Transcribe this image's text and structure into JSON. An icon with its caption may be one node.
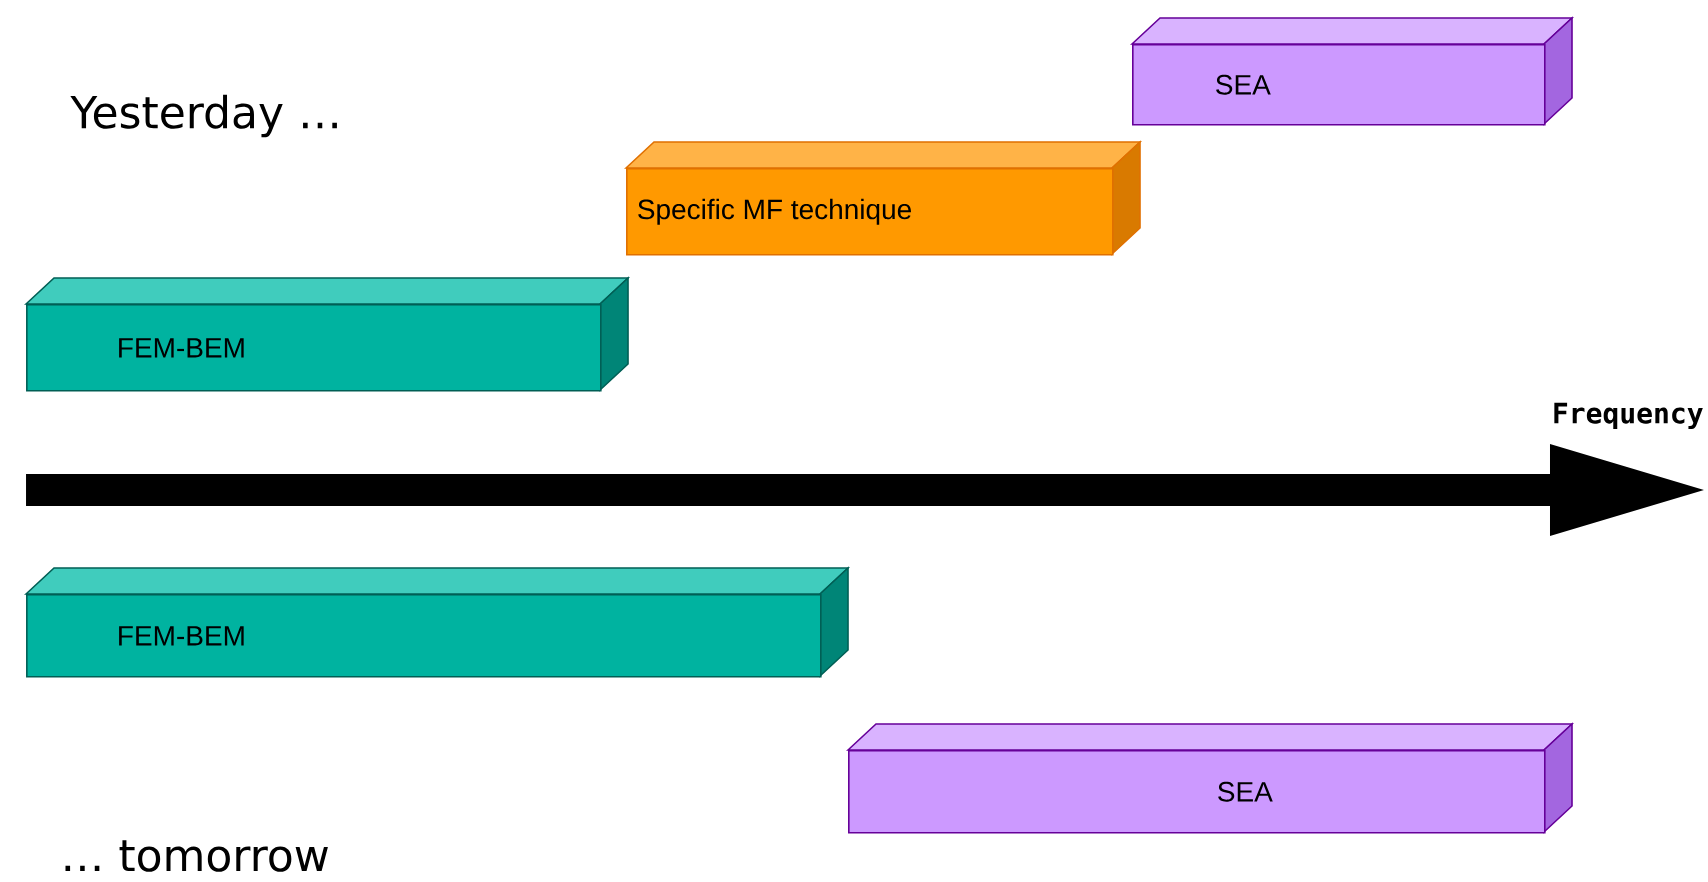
{
  "diagram": {
    "nodes": [
      {
        "text": [
          "SEA"
        ]
      },
      {
        "text": [
          "Specific MF technique"
        ]
      },
      {
        "text": [
          "FEM-BEM"
        ]
      },
      {
        "text": [
          "FEM-BEM"
        ]
      },
      {
        "text": [
          "SEA"
        ]
      }
    ],
    "labels": [
      "Yesterday …",
      "Frequency",
      "… tomorrow"
    ]
  }
}
